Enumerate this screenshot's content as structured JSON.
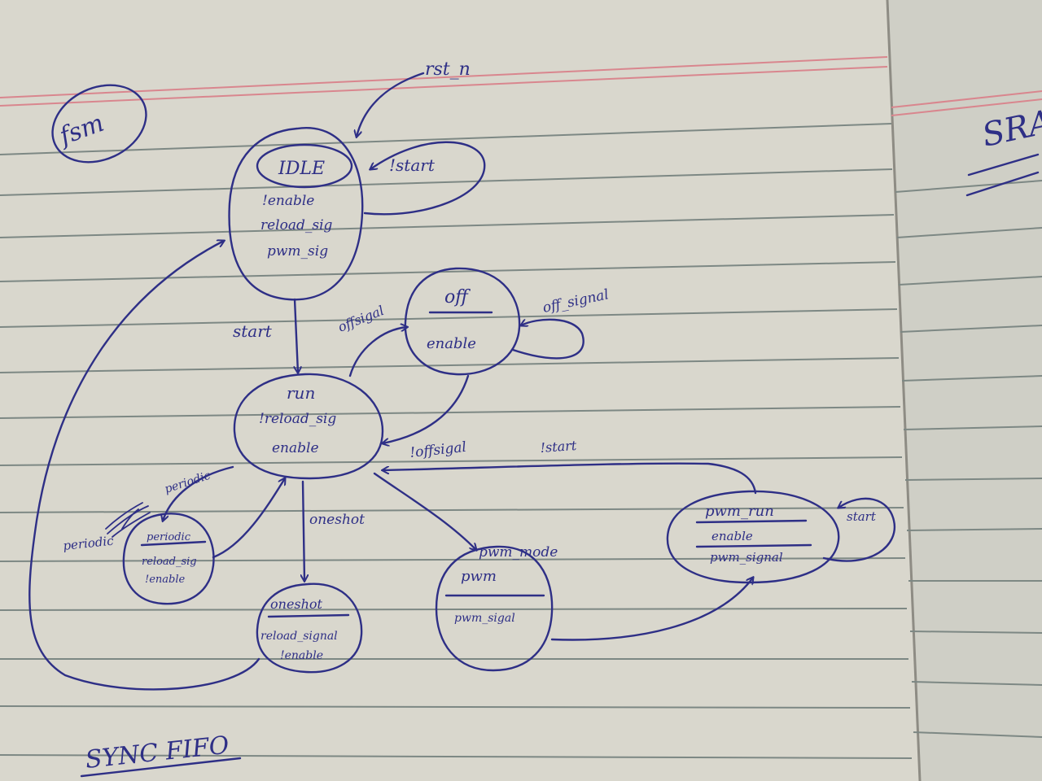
{
  "diagram": {
    "tag": "fsm",
    "footer": "SYNC FIFO",
    "right_page_text": "SRA",
    "states": {
      "idle": {
        "name": "IDLE",
        "outputs": [
          "!enable",
          "reload_sig",
          "pwm_sig"
        ]
      },
      "off": {
        "name": "off",
        "outputs": [
          "enable"
        ]
      },
      "run": {
        "name": "run",
        "outputs": [
          "!reload_sig",
          "enable"
        ]
      },
      "periodic": {
        "name": "periodic",
        "outputs": [
          "reload_sig",
          "!enable"
        ]
      },
      "oneshot": {
        "name": "oneshot",
        "outputs": [
          "reload_signal",
          "!enable"
        ]
      },
      "pwm": {
        "name": "pwm",
        "outputs": [
          "pwm_sigal"
        ]
      },
      "pwm_run": {
        "name": "pwm_run",
        "outputs": [
          "enable",
          "pwm_signal"
        ]
      }
    },
    "transitions": {
      "rst_n": "rst_n",
      "not_start": "!start",
      "start": "start",
      "offsigal": "offsigal",
      "off_signal": "off_signal",
      "not_offsigal": "!offsigal",
      "periodic_out": "periodic",
      "periodic_in": "periodic",
      "oneshot": "oneshot",
      "pwm_mode": "pwm_mode",
      "not_start_pwm": "!start",
      "start_pwm": "start"
    }
  }
}
